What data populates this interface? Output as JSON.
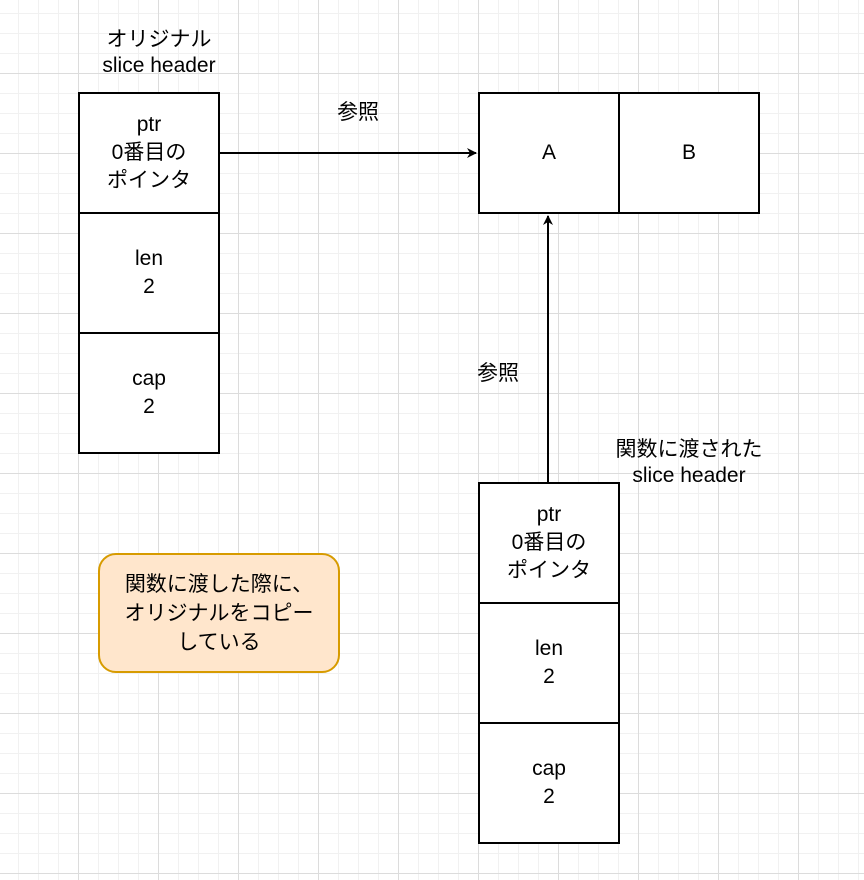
{
  "original": {
    "title_line1": "オリジナル",
    "title_line2": "slice header",
    "ptr": {
      "line1": "ptr",
      "line2": "0番目の",
      "line3": "ポインタ"
    },
    "len": {
      "line1": "len",
      "line2": "2"
    },
    "cap": {
      "line1": "cap",
      "line2": "2"
    }
  },
  "array": {
    "cells": [
      "A",
      "B"
    ]
  },
  "passed": {
    "title_line1": "関数に渡された",
    "title_line2": "slice header",
    "ptr": {
      "line1": "ptr",
      "line2": "0番目の",
      "line3": "ポインタ"
    },
    "len": {
      "line1": "len",
      "line2": "2"
    },
    "cap": {
      "line1": "cap",
      "line2": "2"
    }
  },
  "edges": {
    "original_to_array": "参照",
    "passed_to_array": "参照"
  },
  "note": {
    "line1": "関数に渡した際に、",
    "line2": "オリジナルをコピー",
    "line3": "している"
  },
  "colors": {
    "note_fill": "#ffe6cc",
    "note_border": "#d79b00",
    "stroke": "#000000"
  }
}
